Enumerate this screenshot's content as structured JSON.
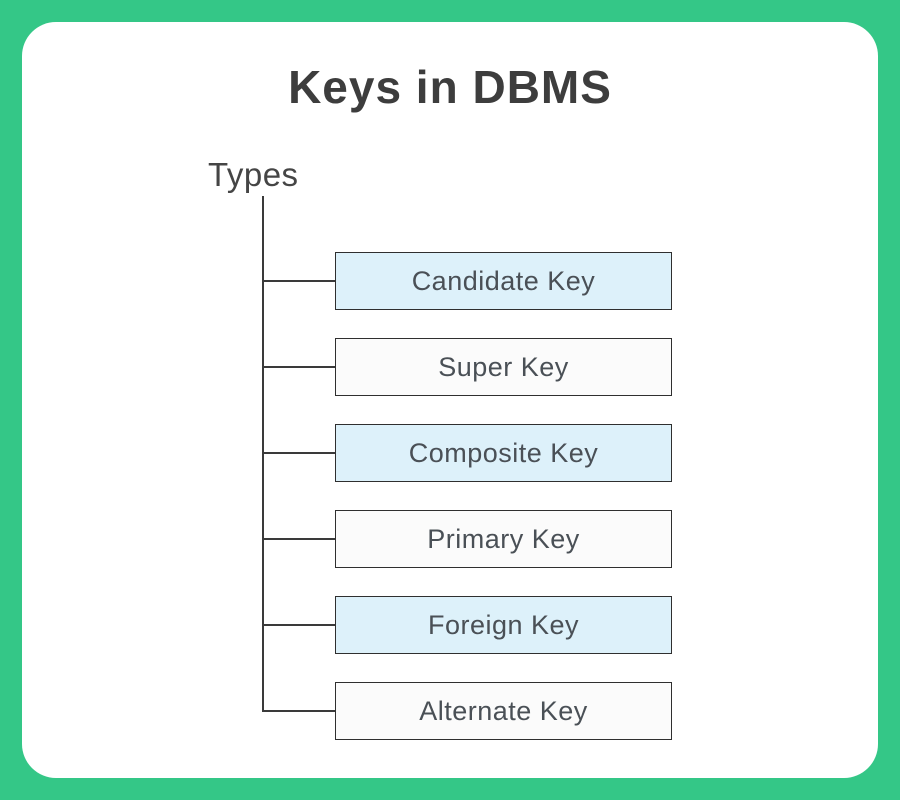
{
  "title": "Keys in DBMS",
  "tree": {
    "root_label": "Types",
    "nodes": [
      {
        "label": "Candidate Key",
        "highlighted": true
      },
      {
        "label": "Super Key",
        "highlighted": false
      },
      {
        "label": "Composite Key",
        "highlighted": true
      },
      {
        "label": "Primary Key",
        "highlighted": false
      },
      {
        "label": "Foreign Key",
        "highlighted": true
      },
      {
        "label": "Alternate Key",
        "highlighted": false
      }
    ]
  },
  "colors": {
    "frame_green": "#34c787",
    "node_highlight": "#ddf1fa",
    "node_plain": "#fbfbfb",
    "line_color": "#3a3a3a",
    "border_color": "#2f2f2f",
    "title_color": "#3d3d3d",
    "text_color": "#4a5056"
  }
}
